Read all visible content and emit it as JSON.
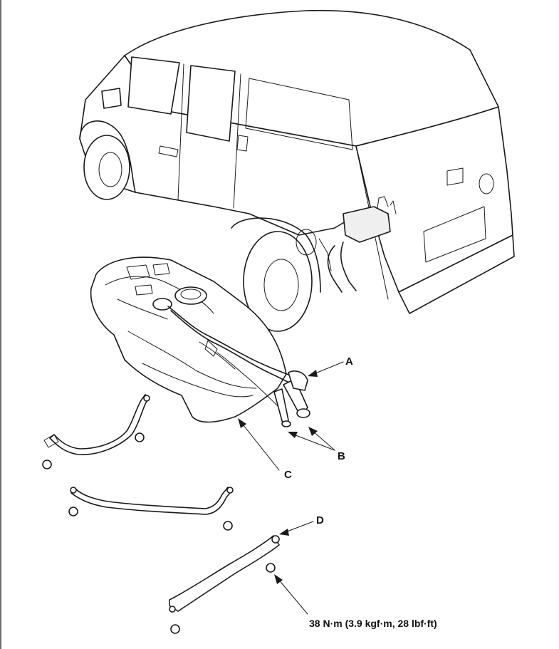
{
  "callouts": {
    "a": "A",
    "b": "B",
    "c": "C",
    "d": "D"
  },
  "torque_spec": "38 N·m (3.9 kgf·m, 28 lbf·ft)",
  "colors": {
    "line": "#1a1a1a",
    "background": "#ffffff"
  }
}
